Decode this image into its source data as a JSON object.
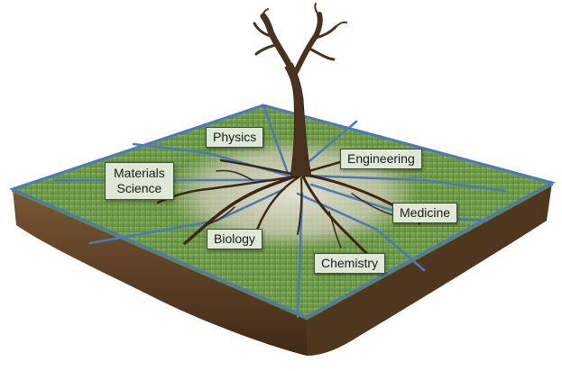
{
  "labels": {
    "physics": "Physics",
    "engineering": "Engineering",
    "materials_line1": "Materials",
    "materials_line2": "Science",
    "medicine": "Medicine",
    "biology": "Biology",
    "chemistry": "Chemistry"
  },
  "colors": {
    "grass": "#6f9a4a",
    "grass_light": "#9cc46a",
    "soil": "#6b4a2b",
    "soil_dark": "#3f2a17",
    "divider": "#4d79b8",
    "trunk": "#4a3220",
    "label_bg": "#dfe8d6"
  }
}
